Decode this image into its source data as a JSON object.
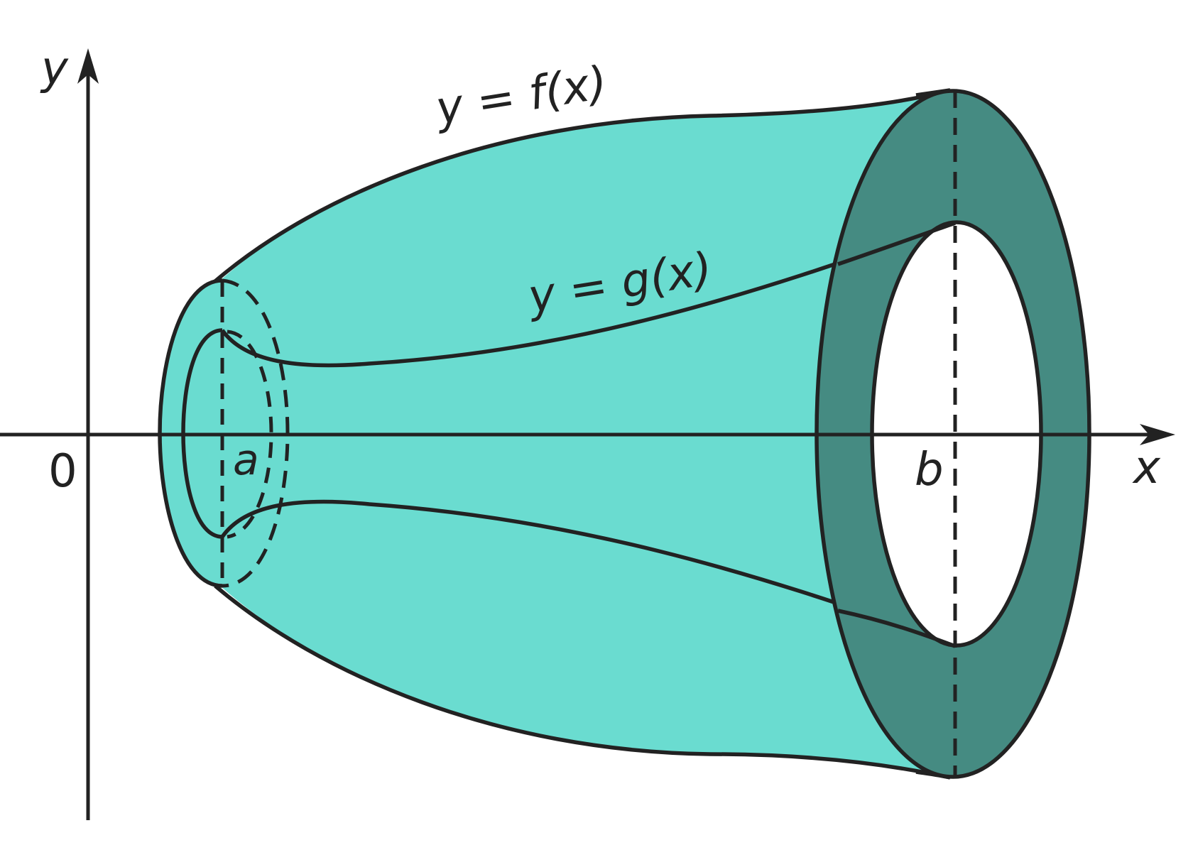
{
  "labels": {
    "y_axis": "y",
    "x_axis": "x",
    "origin": "0",
    "a": "a",
    "b": "b",
    "outer_curve": "y = f(x)",
    "inner_curve": "y = g(x)"
  },
  "colors": {
    "solid_fill": "#6ADCD0",
    "cross_section": "#458B82",
    "hole": "#FFFFFF",
    "stroke": "#222222"
  }
}
